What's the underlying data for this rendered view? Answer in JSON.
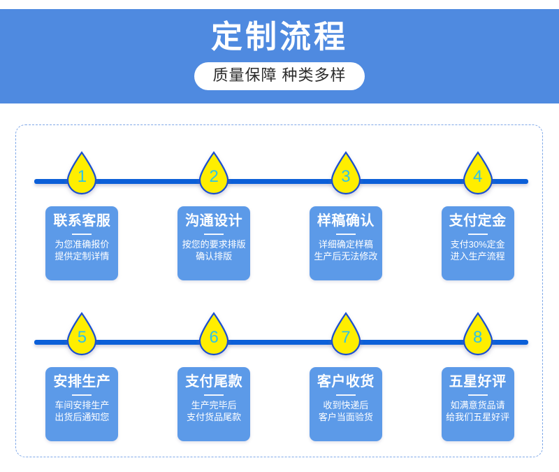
{
  "header": {
    "title": "定制流程",
    "subtitle": "质量保障 种类多样",
    "band_color": "#4F8AE0",
    "title_color": "#FFFFFF",
    "pill_bg": "#FFFFFF",
    "pill_text_color": "#2B2B2B"
  },
  "flow": {
    "container_border_color": "#7FA8E8",
    "rail_color": "#0B5FD8",
    "marker_fill": "#FFEE00",
    "marker_stroke": "#1A4FD0",
    "marker_number_color": "#2FC3E8",
    "card_bg": "#5C9AE8",
    "card_text_color": "#FFFFFF",
    "rows": [
      {
        "steps": [
          {
            "number": "1",
            "title": "联系客服",
            "line1": "为您准确报价",
            "line2": "提供定制详情"
          },
          {
            "number": "2",
            "title": "沟通设计",
            "line1": "按您的要求排版",
            "line2": "确认排版"
          },
          {
            "number": "3",
            "title": "样稿确认",
            "line1": "详细确定样稿",
            "line2": "生产后无法修改"
          },
          {
            "number": "4",
            "title": "支付定金",
            "line1": "支付30%定金",
            "line2": "进入生产流程"
          }
        ]
      },
      {
        "steps": [
          {
            "number": "5",
            "title": "安排生产",
            "line1": "车间安排生产",
            "line2": "出货后通知您"
          },
          {
            "number": "6",
            "title": "支付尾款",
            "line1": "生产完毕后",
            "line2": "支付货品尾款"
          },
          {
            "number": "7",
            "title": "客户收货",
            "line1": "收到快递后",
            "line2": "客户当面验货"
          },
          {
            "number": "8",
            "title": "五星好评",
            "line1": "如满意货品请",
            "line2": "给我们五星好评"
          }
        ]
      }
    ]
  }
}
